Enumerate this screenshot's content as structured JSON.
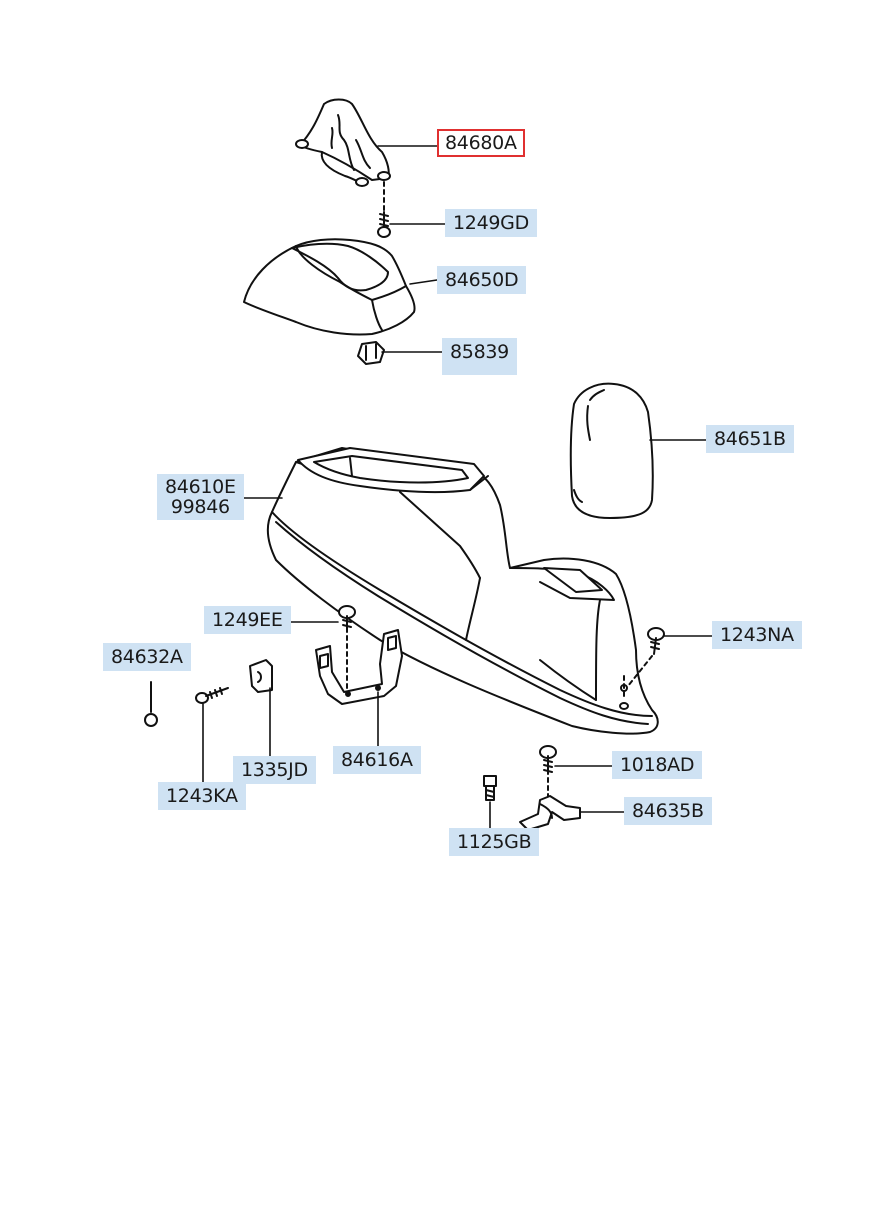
{
  "diagram": {
    "highlight_color": "#e03030",
    "label_bg_color": "#cfe2f3",
    "parts": [
      {
        "id": "shift-boot",
        "label": "84680A",
        "highlighted": true
      },
      {
        "id": "screw-top",
        "label": "1249GD"
      },
      {
        "id": "shift-cover",
        "label": "84650D"
      },
      {
        "id": "clip",
        "label": "85839"
      },
      {
        "id": "armrest-lid",
        "label": "84651B"
      },
      {
        "id": "console-body",
        "label": "84610E",
        "label2": "99846"
      },
      {
        "id": "screw-left",
        "label": "1249EE"
      },
      {
        "id": "screw-right",
        "label": "1243NA"
      },
      {
        "id": "grommet",
        "label": "84632A"
      },
      {
        "id": "tapping-screw",
        "label": "1243KA"
      },
      {
        "id": "nut-clip",
        "label": "1335JD"
      },
      {
        "id": "bracket-left",
        "label": "84616A"
      },
      {
        "id": "bolt-bracket",
        "label": "1018AD"
      },
      {
        "id": "bracket-right",
        "label": "84635B"
      },
      {
        "id": "bolt-small",
        "label": "1125GB"
      }
    ]
  }
}
